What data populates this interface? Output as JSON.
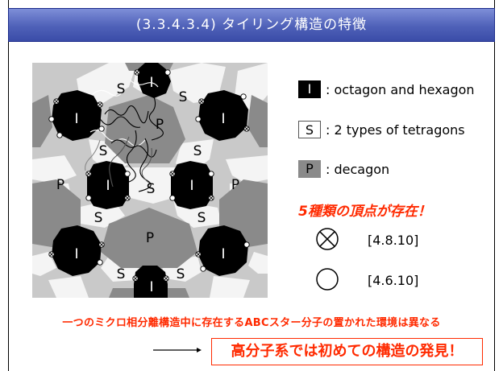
{
  "title": "(3.3.4.3.4) タイリング構造の特徴",
  "diagram": {
    "label_I": "I",
    "label_S": "S",
    "label_P": "P",
    "colors": {
      "I": "#000000",
      "S": "#f4f4f4",
      "P": "#8a8a8a",
      "background": "#c9c9c9"
    }
  },
  "legend": [
    {
      "symbol": "I",
      "text": ": octagon and hexagon"
    },
    {
      "symbol": "S",
      "text": ": 2 types of tetragons"
    },
    {
      "symbol": "P",
      "text": ": decagon"
    }
  ],
  "vertex_note": "5種類の頂点が存在！",
  "vertices": [
    {
      "icon": "circle-cross-icon",
      "label": "[4.8.10]"
    },
    {
      "icon": "circle-icon",
      "label": "[4.6.10]"
    }
  ],
  "footer_note": "一つのミクロ相分離構造中に存在するABCスター分子の置かれた環境は異なる",
  "conclusion": "高分子系では初めての構造の発見！"
}
